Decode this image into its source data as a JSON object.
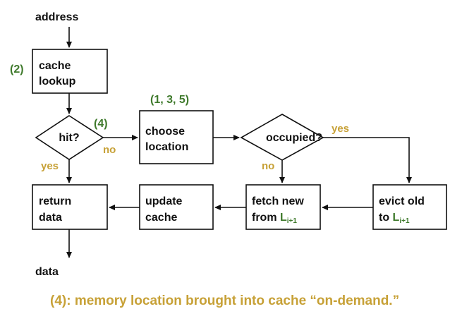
{
  "labels": {
    "address": "address",
    "step_cache_lookup": "(2)",
    "step_choose_location": "(1, 3, 5)",
    "step_hit_no": "(4)",
    "data": "data",
    "yes": "yes",
    "no": "no",
    "hit_yes": "yes",
    "hit_no": "no",
    "occupied_yes": "yes",
    "occupied_no": "no"
  },
  "nodes": {
    "cache_lookup": {
      "line1": "cache",
      "line2": "lookup"
    },
    "hit": {
      "label": "hit?"
    },
    "choose_location": {
      "line1": "choose",
      "line2": "location"
    },
    "occupied": {
      "label": "occupied?"
    },
    "return_data": {
      "line1": "return",
      "line2": "data"
    },
    "update_cache": {
      "line1": "update",
      "line2": "cache"
    },
    "fetch_new": {
      "line1": "fetch new",
      "line2_prefix": "from ",
      "level": "L",
      "level_sub": "i+1"
    },
    "evict_old": {
      "line1": "evict old",
      "line2_prefix": "to ",
      "level": "L",
      "level_sub": "i+1"
    }
  },
  "footnote": "(4): memory location brought into cache “on-demand.”",
  "colors": {
    "label_green": "#3f7a2c",
    "label_gold": "#c7a137",
    "line": "#111111"
  }
}
